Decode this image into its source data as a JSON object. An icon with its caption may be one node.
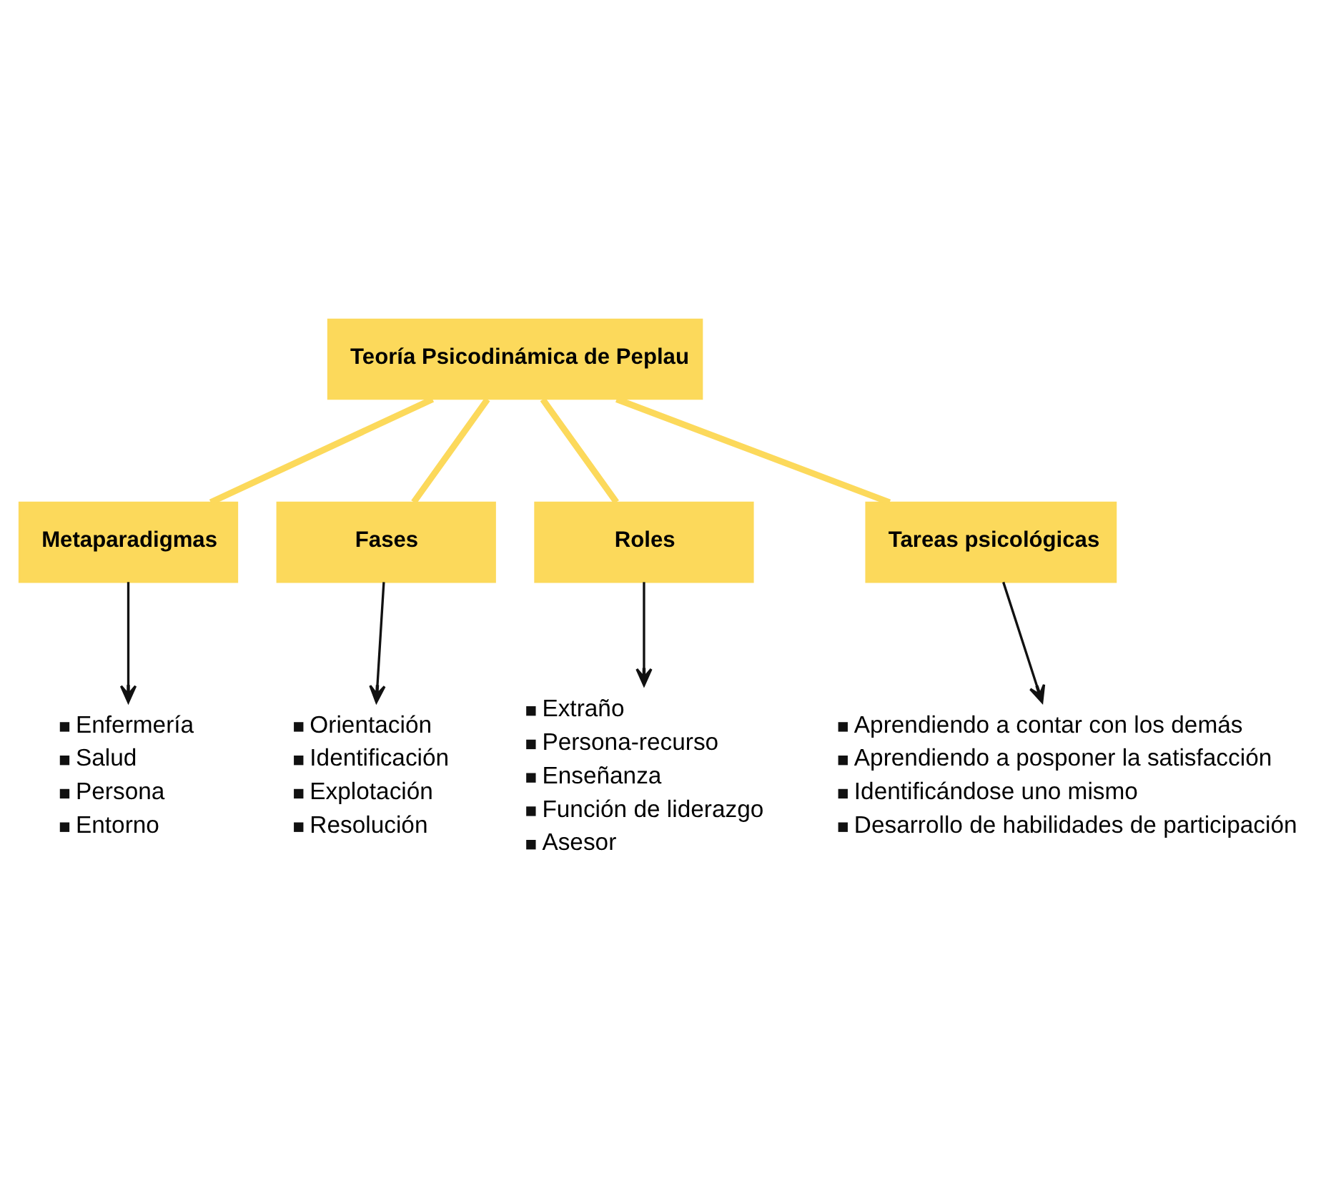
{
  "diagram": {
    "nodes": [
      {
        "text": [
          "Teoría Psicodinámica de Peplau"
        ]
      },
      {
        "text": [
          "Metaparadigmas"
        ]
      },
      {
        "text": [
          "Fases"
        ]
      },
      {
        "text": [
          "Roles"
        ]
      },
      {
        "text": [
          "Tareas psicológicas"
        ]
      },
      {
        "text": [
          "Enfermería",
          "Salud",
          "Persona",
          "Entorno"
        ]
      },
      {
        "text": [
          "Orientación",
          "Identificación",
          "Explotación",
          "Resolución"
        ]
      },
      {
        "text": [
          "Extraño",
          "Persona-recurso",
          "Enseñanza",
          "Función de liderazgo",
          "Asesor"
        ]
      },
      {
        "text": [
          "Aprendiendo a contar con los demás",
          "Aprendiendo a posponer la satisfacción",
          "Identificándose uno mismo",
          "Desarrollo de habilidades de participación"
        ]
      }
    ],
    "edges": [
      {
        "from": 0,
        "to": 1,
        "arrow": "none",
        "style": "thick",
        "color": "#fcd95b"
      },
      {
        "from": 0,
        "to": 2,
        "arrow": "none",
        "style": "thick",
        "color": "#fcd95b"
      },
      {
        "from": 0,
        "to": 3,
        "arrow": "none",
        "style": "thick",
        "color": "#fcd95b"
      },
      {
        "from": 0,
        "to": 4,
        "arrow": "none",
        "style": "thick",
        "color": "#fcd95b"
      },
      {
        "from": 1,
        "to": 5,
        "arrow": "to",
        "color": "#111111"
      },
      {
        "from": 2,
        "to": 6,
        "arrow": "to",
        "color": "#111111"
      },
      {
        "from": 3,
        "to": 7,
        "arrow": "to",
        "color": "#111111"
      },
      {
        "from": 4,
        "to": 8,
        "arrow": "to",
        "color": "#111111"
      }
    ]
  }
}
